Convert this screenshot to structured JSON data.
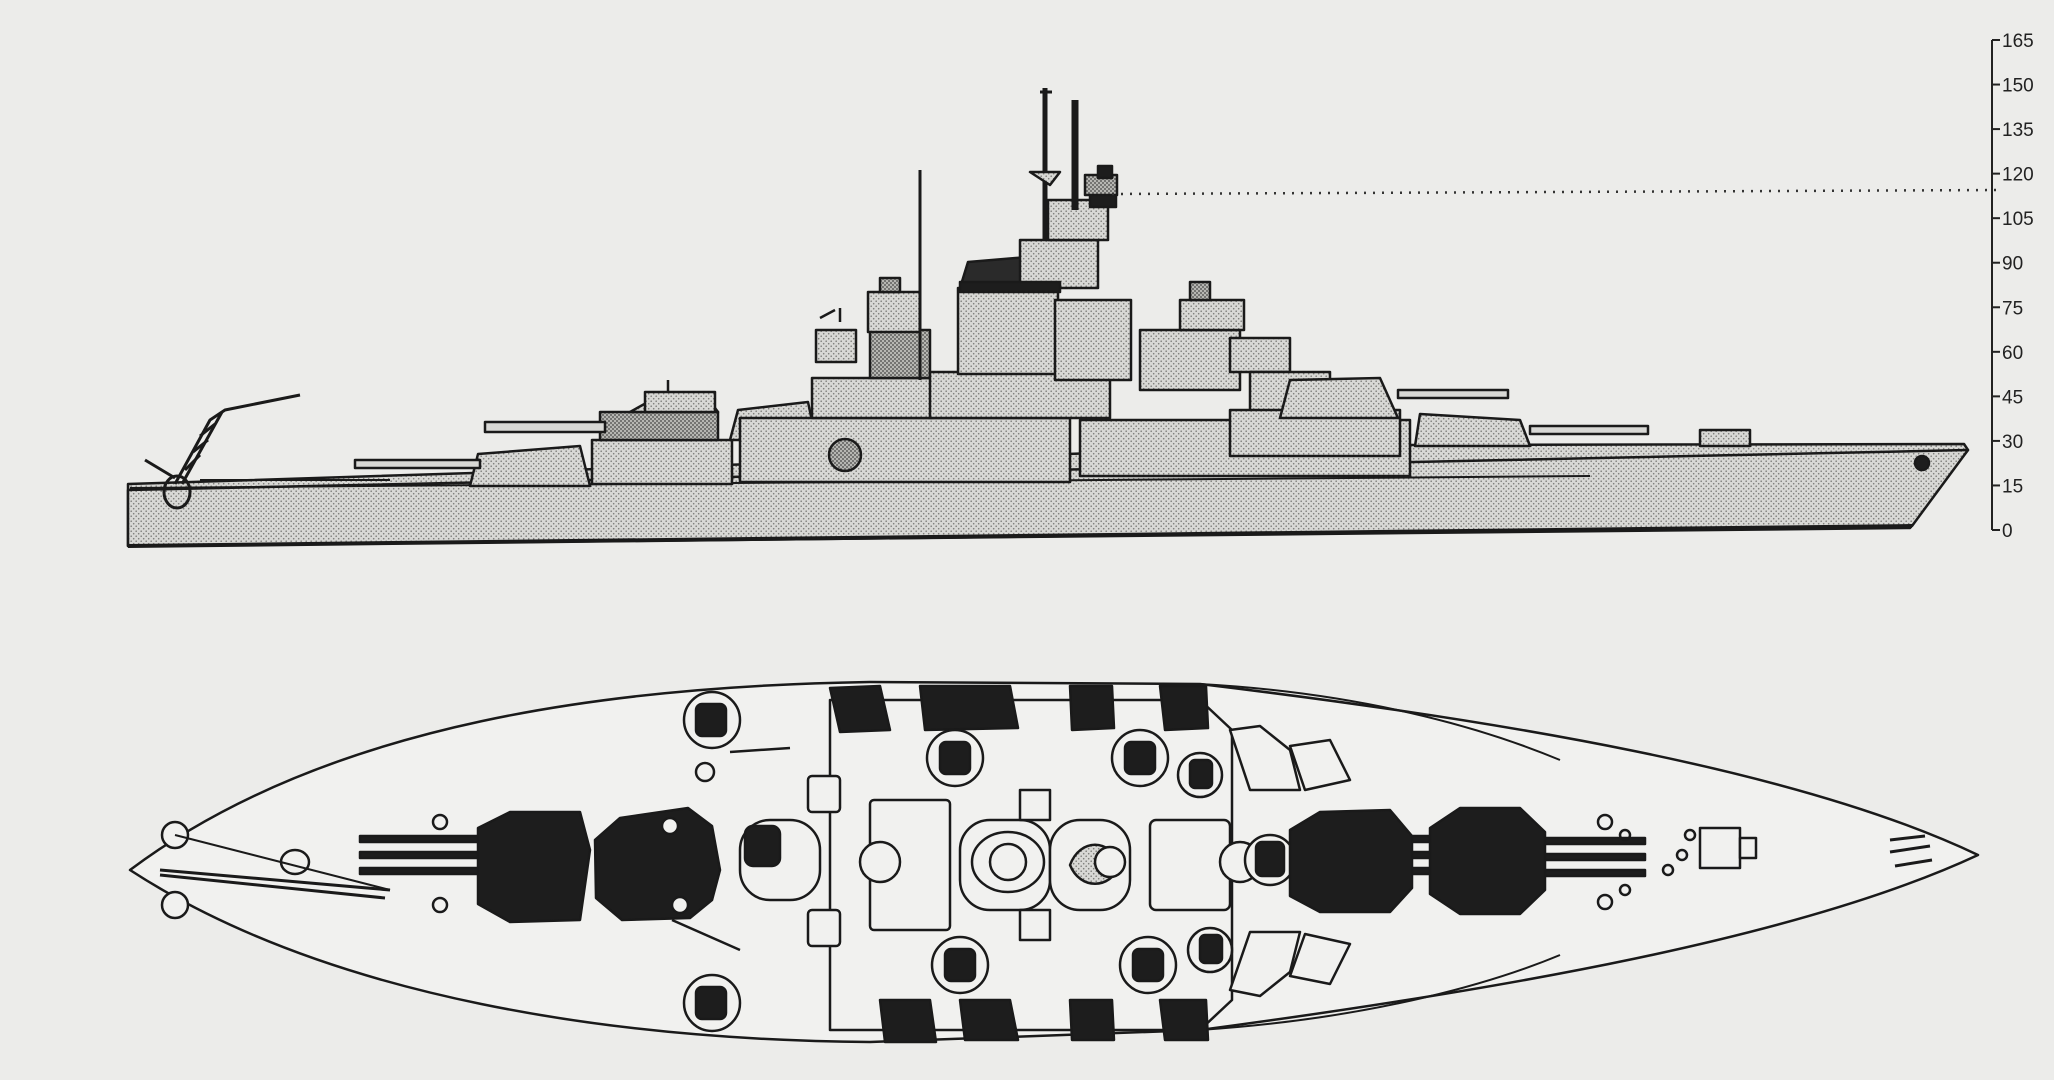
{
  "scale": {
    "ticks": [
      "165",
      "150",
      "135",
      "120",
      "105",
      "90",
      "75",
      "60",
      "45",
      "30",
      "15",
      "0"
    ],
    "marked_height": 112
  },
  "colors": {
    "background": "#ececea",
    "ink": "#1a1a1a",
    "hull_fill": "#d3d3d0",
    "dark_fill": "#1d1d1d",
    "pale_fill": "#f3f3f1"
  }
}
